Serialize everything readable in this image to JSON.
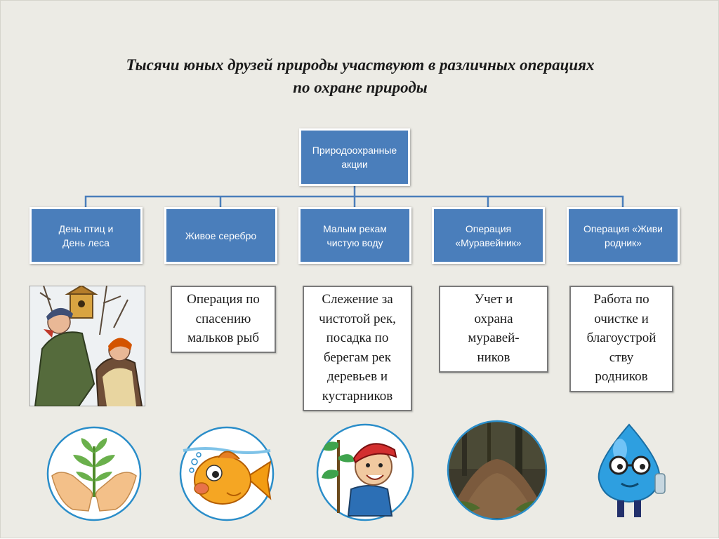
{
  "title": {
    "line1": "Тысячи юных друзей природы участвуют в различных операциях",
    "line2": "по охране природы"
  },
  "root": {
    "line1": "Природоохранные",
    "line2": "акции"
  },
  "actions": [
    {
      "line1": "День птиц и",
      "line2": "День леса"
    },
    {
      "line1": "Живое серебро",
      "line2": ""
    },
    {
      "line1": "Малым рекам",
      "line2": "чистую воду"
    },
    {
      "line1": "Операция",
      "line2": "«Муравейник»"
    },
    {
      "line1": "Операция «Живи",
      "line2": "родник»"
    }
  ],
  "descriptions": [
    {
      "lines": [
        "Операция по",
        "спасению",
        "мальков рыб"
      ]
    },
    {
      "lines": [
        "Слежение за",
        "чистотой рек,",
        "посадка по",
        "берегам рек",
        "деревьев и",
        "кустарников"
      ]
    },
    {
      "lines": [
        "Учет и",
        "охрана",
        "муравей-",
        "ников"
      ]
    },
    {
      "lines": [
        "Работа по",
        "очистке и",
        "благоустрой",
        "ству",
        "родников"
      ]
    }
  ],
  "colors": {
    "box_fill": "#4a7ebb",
    "connector": "#4a7ebb",
    "background": "#ecebe5"
  },
  "icons": [
    "children-birdhouse-illustration",
    "hands-sprout-icon",
    "cartoon-fish-icon",
    "cartoon-gardener-boy-icon",
    "anthill-photo",
    "water-drop-character-icon"
  ]
}
